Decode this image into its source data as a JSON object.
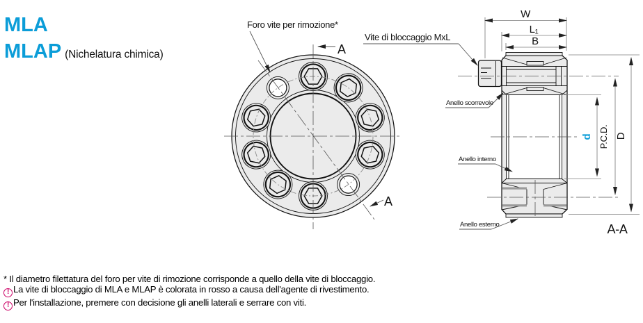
{
  "header": {
    "series_1": "MLA",
    "series_2": "MLAP",
    "series_2_suffix": "(Nichelatura chimica)"
  },
  "front_view": {
    "removal_hole_label": "Foro vite per rimozione*",
    "section_letter": "A"
  },
  "section_view": {
    "locking_screw_label": "Vite di bloccaggio MxL",
    "sliding_ring_label": "Anello scorrevole",
    "inner_ring_label": "Anello interno",
    "outer_ring_label": "Anello esterno",
    "section_title": "A-A",
    "dims": {
      "width": "W",
      "l1": "L₁",
      "b": "B",
      "outer_dia": "D",
      "pcd": "P.C.D.",
      "bore_dia": "d"
    }
  },
  "footnotes": {
    "asterisk_note": "* Il diametro filettatura del foro per vite di rimozione corrisponde a quello della vite di bloccaggio.",
    "caution_icon": "!",
    "cautions": [
      "La vite di bloccaggio di MLA e MLAP è colorata in rosso a causa dell'agente di rivestimento.",
      "Per l'installazione, premere con decisione gli anelli laterali e serrare con viti."
    ]
  },
  "colors": {
    "accent_blue": "#0b9dd8",
    "caution_magenta": "#cc0066",
    "part_fill": "#ebebeb"
  }
}
